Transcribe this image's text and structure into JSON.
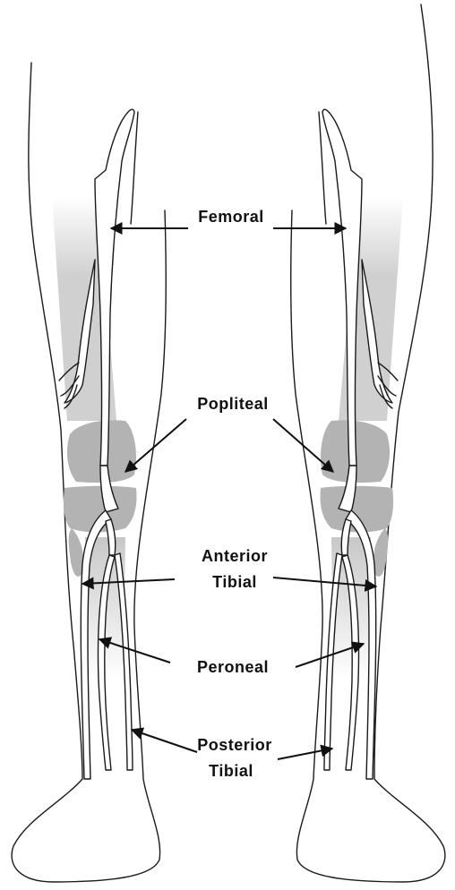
{
  "labels": {
    "femoral": "Femoral",
    "popliteal": "Popliteal",
    "anterior": "Anterior",
    "anterior_tibial": "Tibial",
    "peroneal": "Peroneal",
    "posterior": "Posterior",
    "posterior_tibial": "Tibial"
  },
  "colors": {
    "line": "#1a1a1a",
    "bone": "#b3b3b3",
    "shade": "#d4d4d4",
    "background": "#ffffff"
  }
}
